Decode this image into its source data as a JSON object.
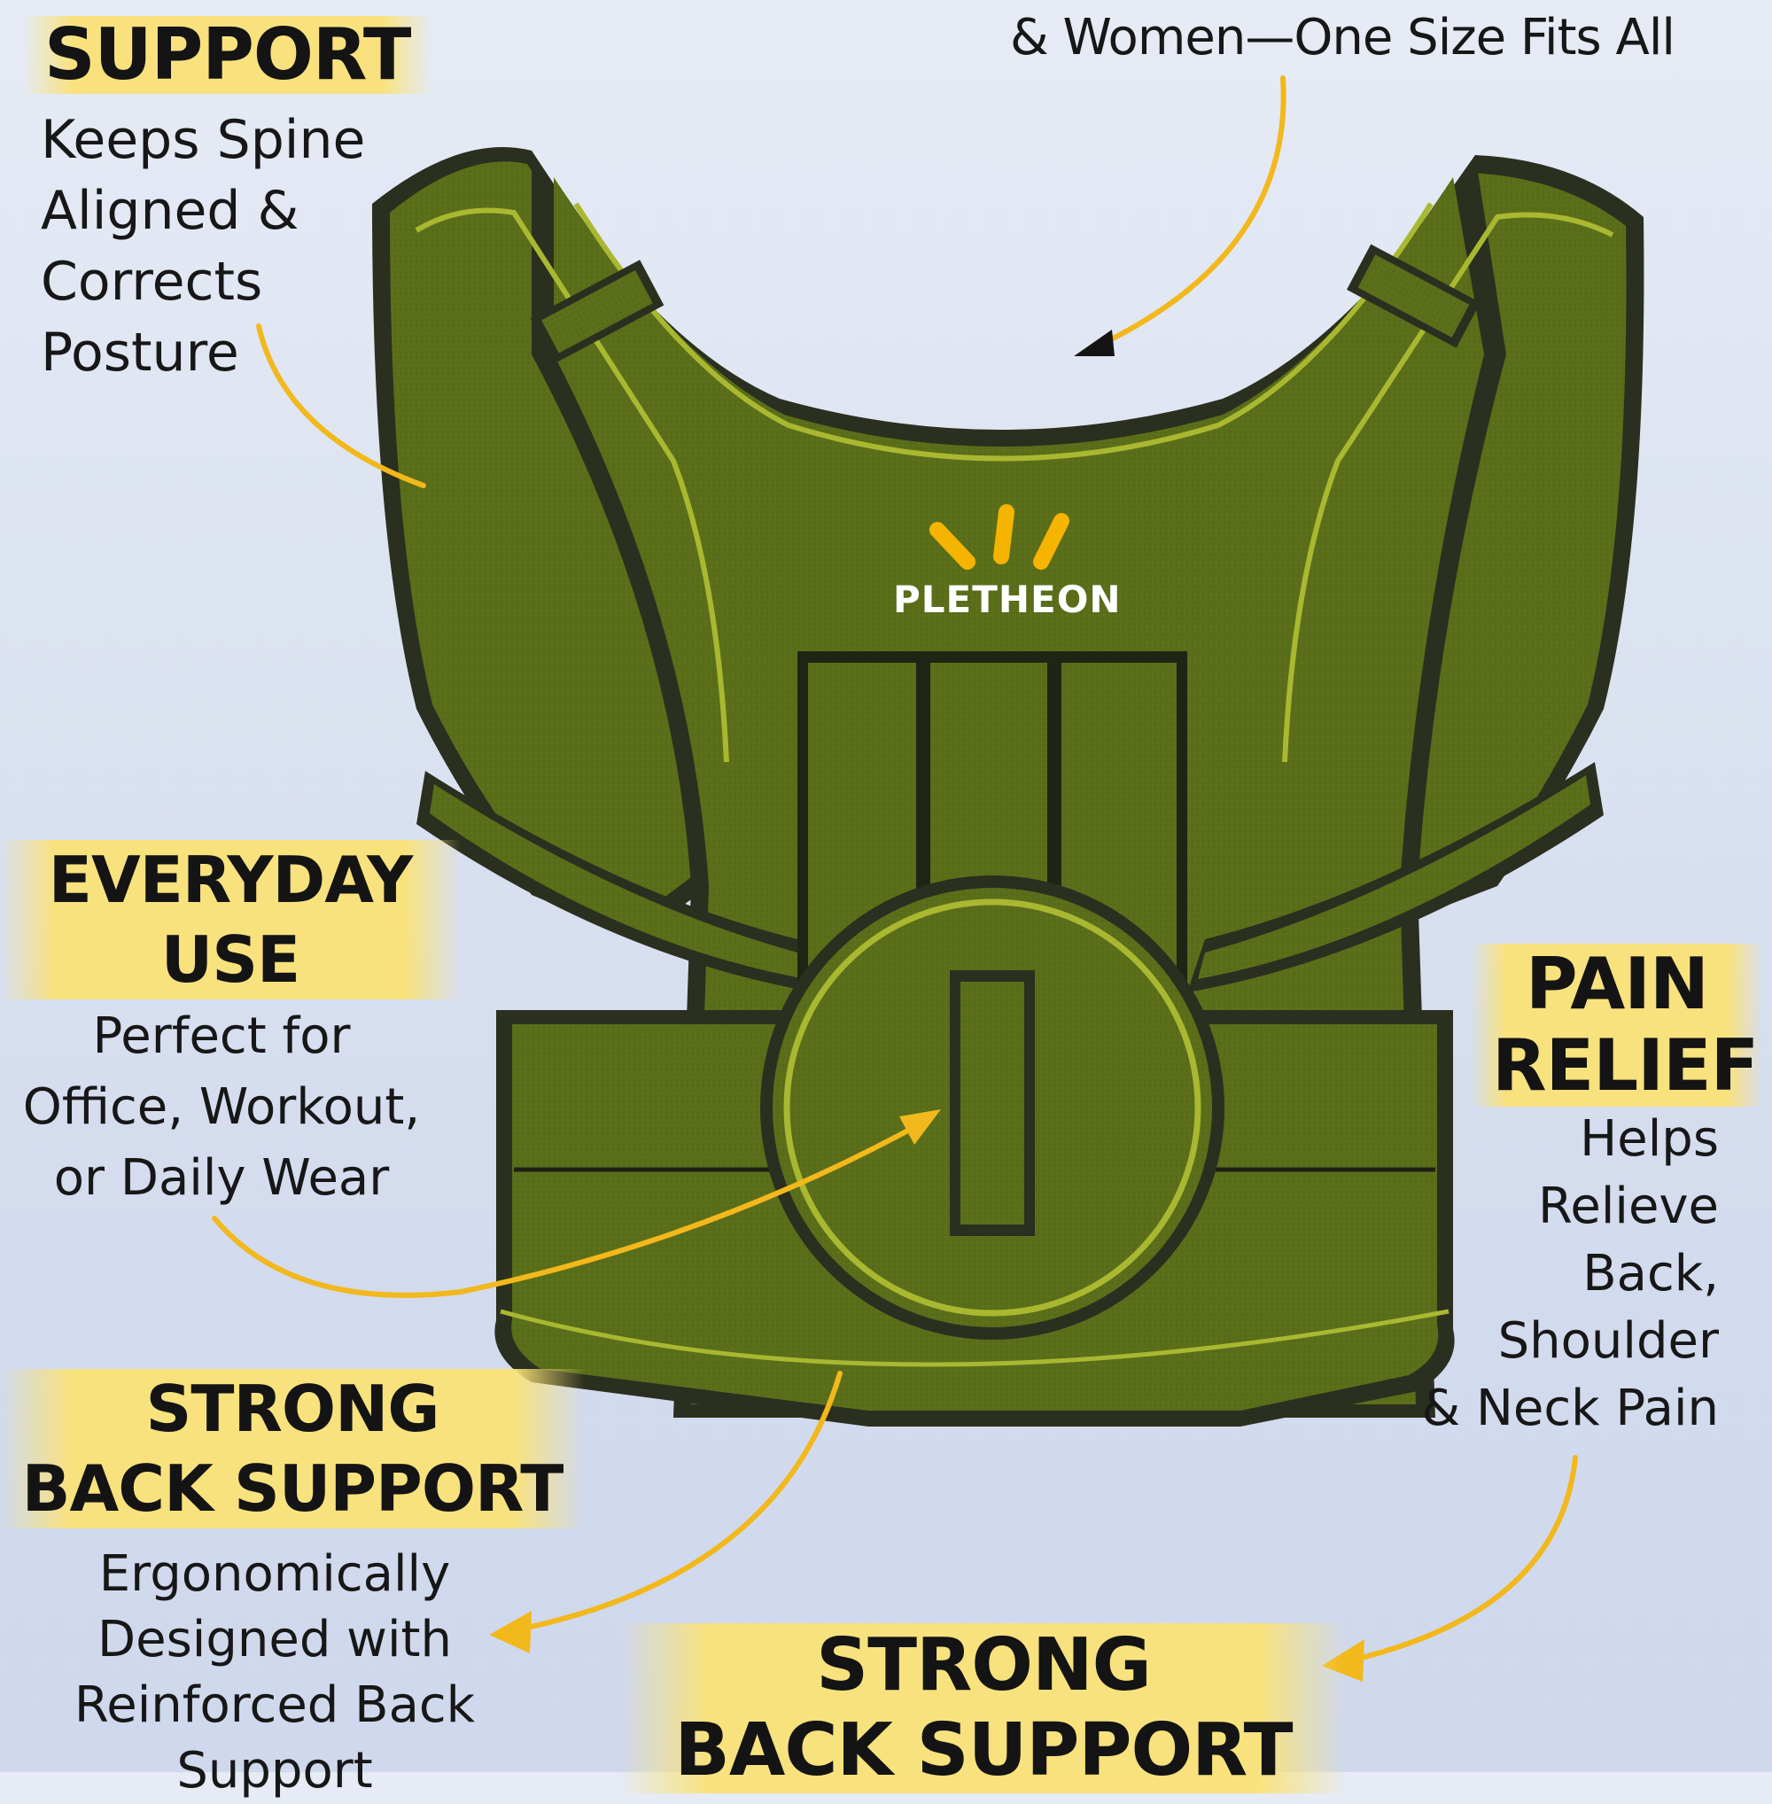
{
  "top_right_caption": "& Women—One Size Fits All",
  "brand": {
    "name": "PLETHEON"
  },
  "features": {
    "posture": {
      "heading_line1": "SUPPORT",
      "description": [
        "Keeps Spine",
        "Aligned &",
        "Corrects",
        "Posture"
      ]
    },
    "everyday": {
      "heading_line1": "EVERYDAY",
      "heading_line2": "USE",
      "description": [
        "Perfect for",
        "Office, Workout,",
        "or Daily Wear"
      ]
    },
    "pain": {
      "heading_line1": "PAIN",
      "heading_line2": "RELIEF",
      "description": [
        "Helps",
        "Relieve",
        "Back,",
        "Shoulder",
        "& Neck Pain"
      ]
    },
    "strong_left": {
      "heading_line1": "STRONG",
      "heading_line2": "BACK SUPPORT",
      "description": [
        "Ergonomically",
        "Designed with",
        "Reinforced Back",
        "Support"
      ]
    },
    "strong_bottom": {
      "heading_line1": "STRONG",
      "heading_line2": "BACK SUPPORT"
    }
  },
  "colors": {
    "brace_green": "#5a6e1a",
    "brace_dark": "#2b2f1f",
    "brace_trim": "#a9b830",
    "arrow_yellow": "#f2b81c",
    "highlight_yellow": "#fae278",
    "logo_yellow": "#f5b400"
  }
}
